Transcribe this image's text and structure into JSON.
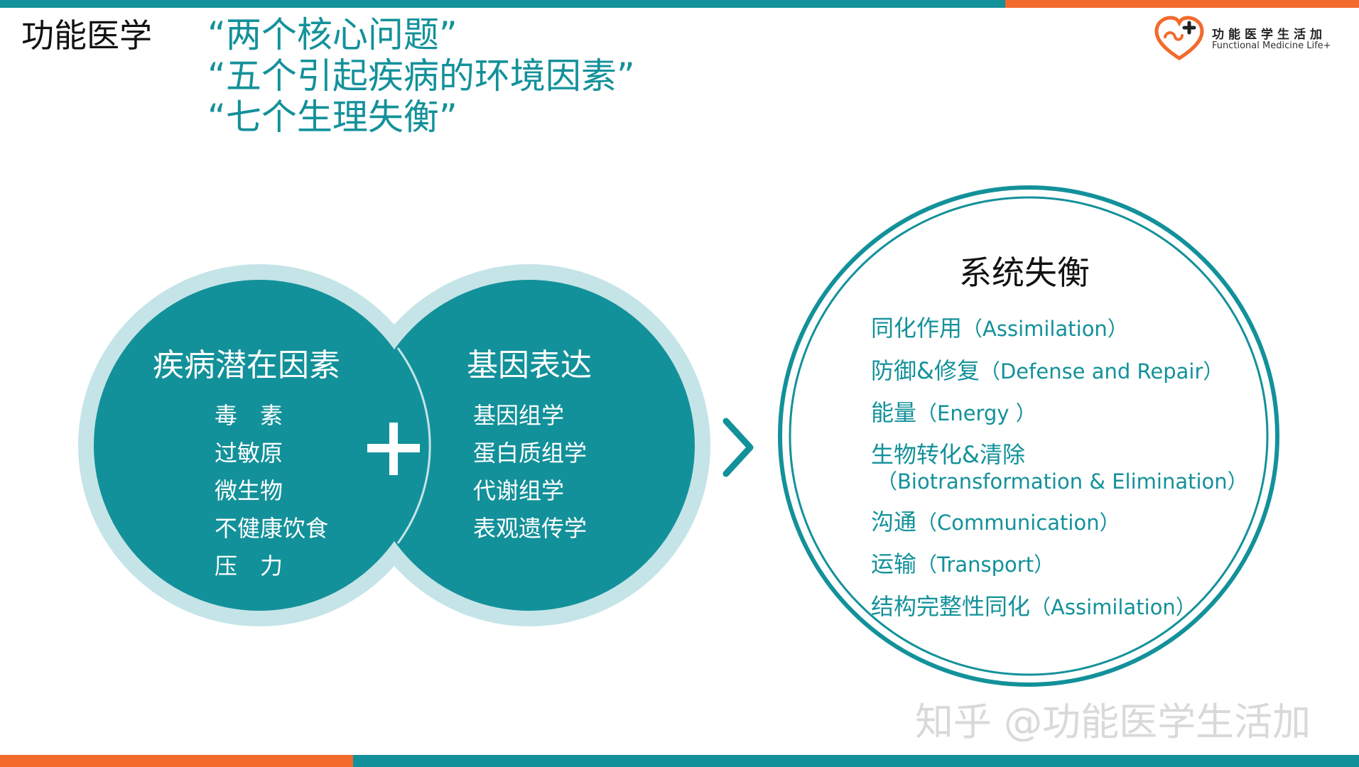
{
  "colors": {
    "teal": "#13919a",
    "orange": "#f26a2c",
    "light_ring": "#c5e4e8"
  },
  "header": {
    "title": "功能医学",
    "quotes": [
      "“两个核心问题”",
      "“五个引起疾病的环境因素”",
      "“七个生理失衡”"
    ]
  },
  "logo": {
    "cn": "功能医学生活加",
    "en": "Functional Medicine Life+"
  },
  "left_circle": {
    "title": "疾病潜在因素",
    "items": [
      "毒　素",
      "过敏原",
      "微生物",
      "不健康饮食",
      "压　力"
    ]
  },
  "plus_icon": "plus-icon",
  "right_circle": {
    "title": "基因表达",
    "items": [
      "基因组学",
      "蛋白质组学",
      "代谢组学",
      "表观遗传学"
    ]
  },
  "arrow_icon": "chevron-right-icon",
  "system": {
    "title": "系统失衡",
    "items": [
      {
        "cn": "同化作用",
        "en": "（Assimilation）"
      },
      {
        "cn": "防御&修复",
        "en": "（Defense and Repair）"
      },
      {
        "cn": "能量",
        "en": "（Energy ）"
      },
      {
        "cn": "生物转化&清除",
        "en": "（Biotransformation & Elimination）"
      },
      {
        "cn": "沟通",
        "en": "（Communication）"
      },
      {
        "cn": "运输",
        "en": "（Transport）"
      },
      {
        "cn": "结构完整性同化",
        "en": "（Assimilation）"
      }
    ]
  },
  "watermark": "知乎 @功能医学生活加"
}
